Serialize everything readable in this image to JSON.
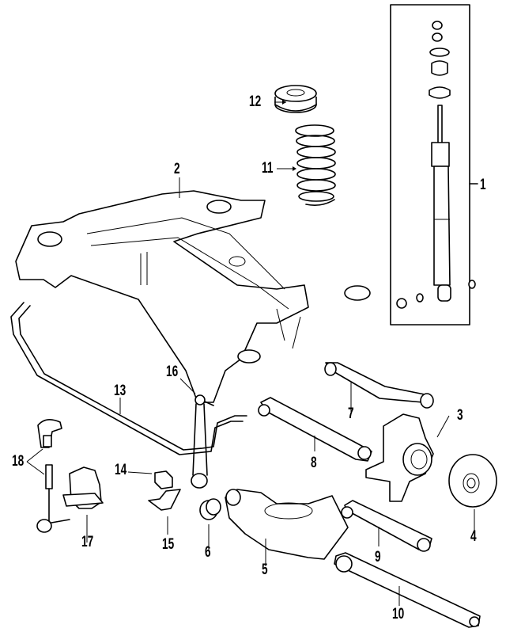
{
  "diagram": {
    "title": "Rear suspension parts diagram",
    "callouts": [
      {
        "id": "1",
        "part": "shock-absorber-kit"
      },
      {
        "id": "2",
        "part": "crossmember"
      },
      {
        "id": "3",
        "part": "knuckle"
      },
      {
        "id": "4",
        "part": "hub"
      },
      {
        "id": "5",
        "part": "lower-control-arm"
      },
      {
        "id": "6",
        "part": "control-arm-bushing"
      },
      {
        "id": "7",
        "part": "upper-link"
      },
      {
        "id": "8",
        "part": "lateral-link"
      },
      {
        "id": "9",
        "part": "toe-link"
      },
      {
        "id": "10",
        "part": "trailing-link"
      },
      {
        "id": "11",
        "part": "coil-spring"
      },
      {
        "id": "12",
        "part": "spring-insulator"
      },
      {
        "id": "13",
        "part": "stabilizer-bar"
      },
      {
        "id": "14",
        "part": "stabilizer-bushing"
      },
      {
        "id": "15",
        "part": "bushing-bracket"
      },
      {
        "id": "16",
        "part": "stabilizer-link"
      },
      {
        "id": "17",
        "part": "bracket"
      },
      {
        "id": "18",
        "part": "level-sensor-link"
      }
    ],
    "colors": {
      "line": "#000000",
      "background": "#ffffff"
    }
  }
}
